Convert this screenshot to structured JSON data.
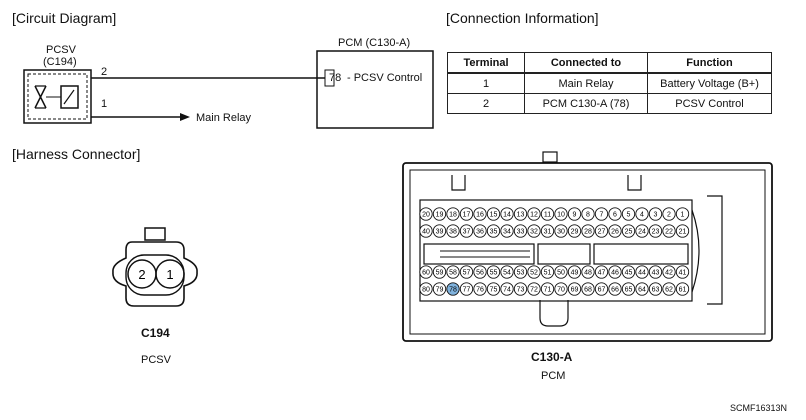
{
  "circuit": {
    "title": "[Circuit Diagram]",
    "component_name": "PCSV",
    "component_code": "(C194)",
    "pin2": "2",
    "pin1": "1",
    "main_relay": "Main Relay",
    "pcm_title": "PCM (C130-A)",
    "pcm_pin": "78",
    "pcm_pin_label": "- PCSV Control"
  },
  "connection": {
    "title": "[Connection Information]",
    "headers": [
      "Terminal",
      "Connected to",
      "Function"
    ],
    "rows": [
      [
        "1",
        "Main Relay",
        "Battery Voltage (B+)"
      ],
      [
        "2",
        "PCM C130-A (78)",
        "PCSV Control"
      ]
    ]
  },
  "harness": {
    "title": "[Harness Connector]",
    "c194_pin_left": "2",
    "c194_pin_right": "1",
    "c194_code": "C194",
    "c194_name": "PCSV",
    "c130_code": "C130-A",
    "c130_name": "PCM",
    "pin_rows": {
      "row1": [
        "20",
        "19",
        "18",
        "17",
        "16",
        "15",
        "14",
        "13",
        "12",
        "11",
        "10",
        "9",
        "8",
        "7",
        "6",
        "5",
        "4",
        "3",
        "2",
        "1"
      ],
      "row2": [
        "40",
        "39",
        "38",
        "37",
        "36",
        "35",
        "34",
        "33",
        "32",
        "31",
        "30",
        "29",
        "28",
        "27",
        "26",
        "25",
        "24",
        "23",
        "22",
        "21"
      ],
      "row3": [
        "60",
        "59",
        "58",
        "57",
        "56",
        "55",
        "54",
        "53",
        "52",
        "51",
        "50",
        "49",
        "48",
        "47",
        "46",
        "45",
        "44",
        "43",
        "42",
        "41"
      ],
      "row4": [
        "80",
        "79",
        "78",
        "77",
        "76",
        "75",
        "74",
        "73",
        "72",
        "71",
        "70",
        "69",
        "68",
        "67",
        "66",
        "65",
        "64",
        "63",
        "62",
        "61"
      ]
    },
    "highlight_pin": "78"
  },
  "footer_code": "SCMF16313N"
}
